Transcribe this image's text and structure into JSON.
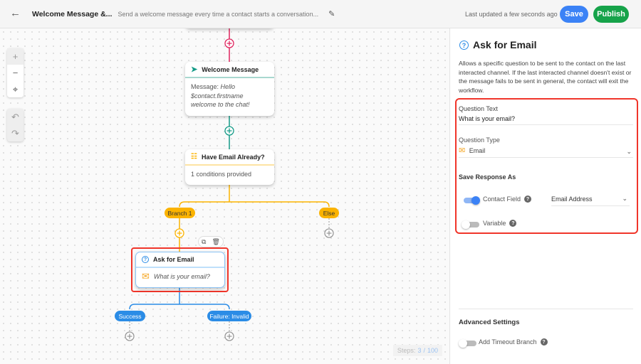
{
  "header": {
    "title": "Welcome Message &...",
    "description": "Send a welcome message every time a contact starts a conversation...",
    "last_updated": "Last updated a few seconds ago",
    "save_label": "Save",
    "publish_label": "Publish"
  },
  "canvas": {
    "welcome_node": {
      "title": "Welcome Message",
      "message_label": "Message:",
      "message_text": "Hello $contact.firstname welcome to the chat!"
    },
    "condition_node": {
      "title": "Have Email Already?",
      "body": "1 conditions provided"
    },
    "branches": [
      "Branch 1",
      "Else"
    ],
    "ask_node": {
      "title": "Ask for Email",
      "body": "What is your email?"
    },
    "outcomes": [
      "Success",
      "Failure: Invalid"
    ],
    "steps": {
      "label": "Steps:",
      "current": "3",
      "max": "100",
      "separator": "/"
    }
  },
  "panel": {
    "title": "Ask for Email",
    "description": "Allows a specific question to be sent to the contact on the last interacted channel. If the last interacted channel doesn't exist or the message fails to be sent in general, the contact will exit the workflow.",
    "question_text_label": "Question Text",
    "question_text_value": "What is your email?",
    "question_type_label": "Question Type",
    "question_type_value": "Email",
    "save_response_label": "Save Response As",
    "contact_field_label": "Contact Field",
    "contact_field_on": true,
    "contact_field_value": "Email Address",
    "variable_label": "Variable",
    "variable_on": false,
    "advanced_label": "Advanced Settings",
    "timeout_label": "Add Timeout Branch",
    "timeout_on": false
  },
  "colors": {
    "accent": "#3b82f6",
    "publish": "#16a34a",
    "branch": "#fbb300",
    "pink": "#e0245e",
    "teal": "#149b87",
    "highlight": "#f0352a"
  }
}
